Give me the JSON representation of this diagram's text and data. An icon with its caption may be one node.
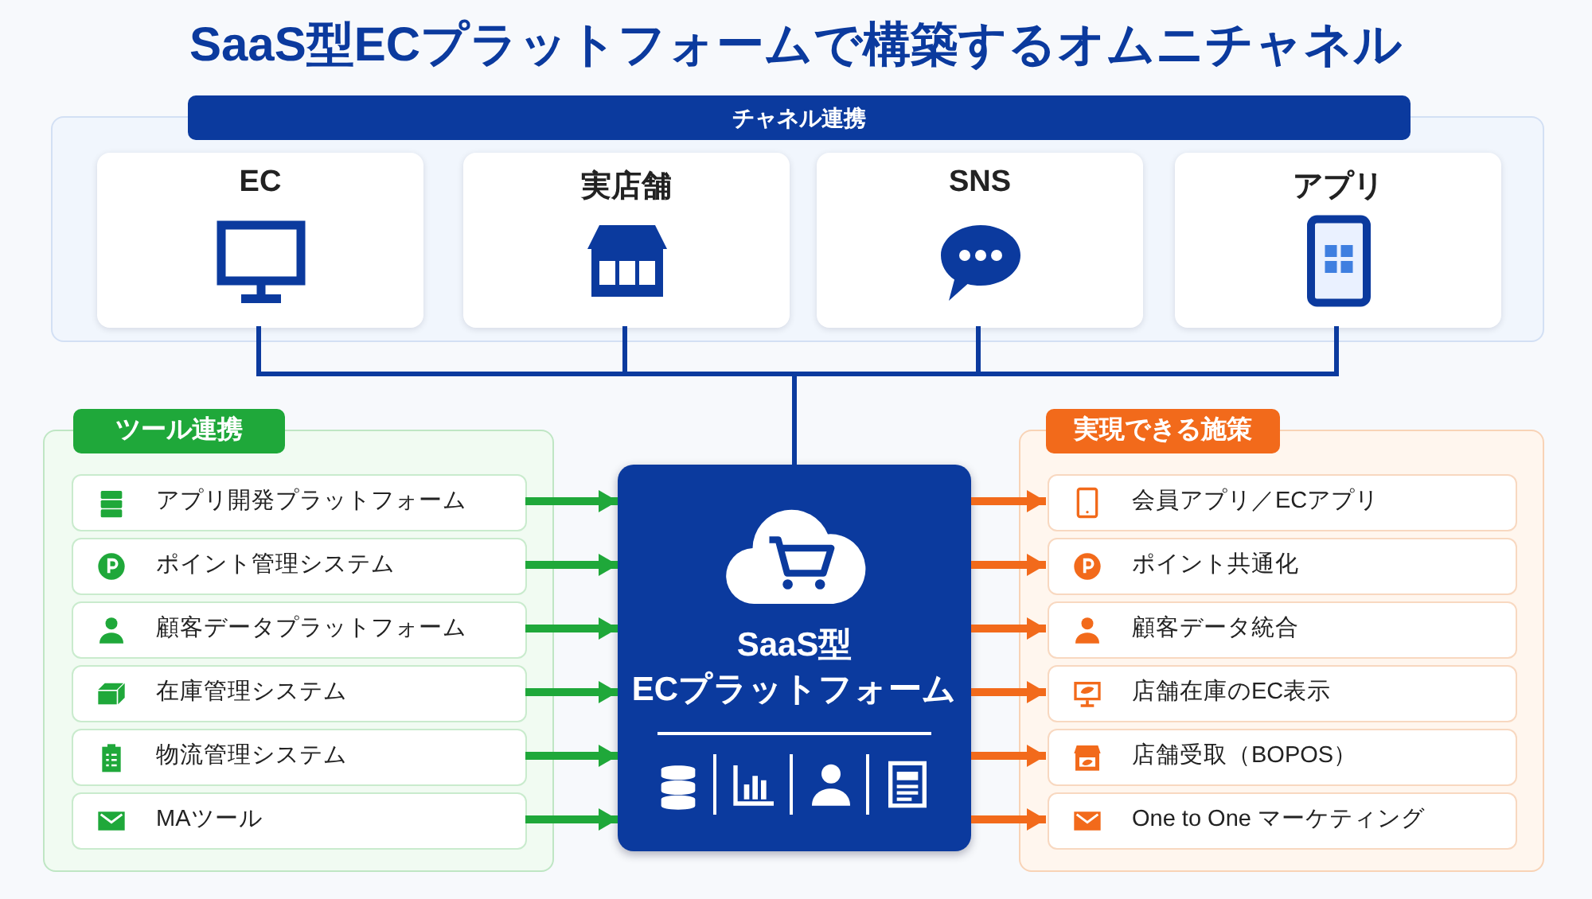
{
  "diagram": {
    "title": "SaaS型ECプラットフォームで構築するオムニチャネル",
    "nodes": [
      {
        "text": [
          "チャネル連携"
        ]
      },
      {
        "text": [
          "EC"
        ],
        "in": 0
      },
      {
        "text": [
          "実店舗"
        ],
        "in": 0
      },
      {
        "text": [
          "SNS"
        ],
        "in": 0
      },
      {
        "text": [
          "アプリ"
        ],
        "in": 0
      },
      {
        "text": [
          "ツール連携"
        ]
      },
      {
        "text": [
          "アプリ開発プラットフォーム"
        ],
        "in": 5
      },
      {
        "text": [
          "ポイント管理システム"
        ],
        "in": 5
      },
      {
        "text": [
          "顧客データプラットフォーム"
        ],
        "in": 5
      },
      {
        "text": [
          "在庫管理システム"
        ],
        "in": 5
      },
      {
        "text": [
          "物流管理システム"
        ],
        "in": 5
      },
      {
        "text": [
          "MAツール"
        ],
        "in": 5
      },
      {
        "text": [
          "SaaS型 ECプラットフォーム"
        ]
      },
      {
        "text": [
          "実現できる施策"
        ]
      },
      {
        "text": [
          "会員アプリ／ECアプリ"
        ],
        "in": 13
      },
      {
        "text": [
          "ポイント共通化"
        ],
        "in": 13
      },
      {
        "text": [
          "顧客データ統合"
        ],
        "in": 13
      },
      {
        "text": [
          "店舗在庫のEC表示"
        ],
        "in": 13
      },
      {
        "text": [
          "店舗受取（BOPOS）"
        ],
        "in": 13
      },
      {
        "text": [
          "One to One マーケティング"
        ],
        "in": 13
      }
    ],
    "edges": [
      {
        "from": 1,
        "to": 12,
        "arrow": "none",
        "color": "#0b3a9e"
      },
      {
        "from": 2,
        "to": 12,
        "arrow": "none",
        "color": "#0b3a9e"
      },
      {
        "from": 3,
        "to": 12,
        "arrow": "none",
        "color": "#0b3a9e"
      },
      {
        "from": 4,
        "to": 12,
        "arrow": "none",
        "color": "#0b3a9e"
      },
      {
        "from": 6,
        "to": 12,
        "arrow": "to",
        "color": "#1fa83a"
      },
      {
        "from": 7,
        "to": 12,
        "arrow": "to",
        "color": "#1fa83a"
      },
      {
        "from": 8,
        "to": 12,
        "arrow": "to",
        "color": "#1fa83a"
      },
      {
        "from": 9,
        "to": 12,
        "arrow": "to",
        "color": "#1fa83a"
      },
      {
        "from": 10,
        "to": 12,
        "arrow": "to",
        "color": "#1fa83a"
      },
      {
        "from": 11,
        "to": 12,
        "arrow": "to",
        "color": "#1fa83a"
      },
      {
        "from": 12,
        "to": 14,
        "arrow": "to",
        "color": "#f26a1b"
      },
      {
        "from": 12,
        "to": 15,
        "arrow": "to",
        "color": "#f26a1b"
      },
      {
        "from": 12,
        "to": 16,
        "arrow": "to",
        "color": "#f26a1b"
      },
      {
        "from": 12,
        "to": 17,
        "arrow": "to",
        "color": "#f26a1b"
      },
      {
        "from": 12,
        "to": 18,
        "arrow": "to",
        "color": "#f26a1b"
      },
      {
        "from": 12,
        "to": 19,
        "arrow": "to",
        "color": "#f26a1b"
      }
    ]
  }
}
